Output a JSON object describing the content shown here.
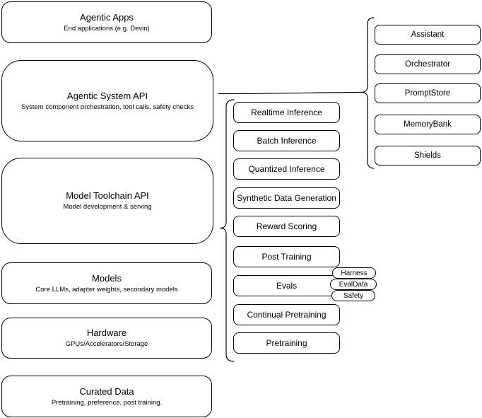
{
  "colors": {
    "stroke": "#000000",
    "fill": "#ffffff",
    "background": "#ffffff"
  },
  "left_stack": [
    {
      "title": "Agentic Apps",
      "subtitle": "End applications (e.g. Devin)"
    },
    {
      "title": "Agentic System API",
      "subtitle": "System component orchestration, tool calls, safety checks"
    },
    {
      "title": "Model Toolchain API",
      "subtitle": "Model development & serving"
    },
    {
      "title": "Models",
      "subtitle": "Core LLMs, adapter weights, secondary models"
    },
    {
      "title": "Hardware",
      "subtitle": "GPUs/Accelerators/Storage"
    },
    {
      "title": "Curated Data",
      "subtitle": "Pretraining, preference, post training."
    }
  ],
  "toolchain_items": [
    "Realtime Inference",
    "Batch Inference",
    "Quantized Inference",
    "Synthetic Data Generation",
    "Reward Scoring",
    "Post Training",
    "Evals",
    "Continual Pretraining",
    "Pretraining"
  ],
  "eval_tags": [
    "Harness",
    "EvalData",
    "Safety"
  ],
  "system_components": [
    "Assistant",
    "Orchestrator",
    "PromptStore",
    "MemoryBank",
    "Shields"
  ]
}
